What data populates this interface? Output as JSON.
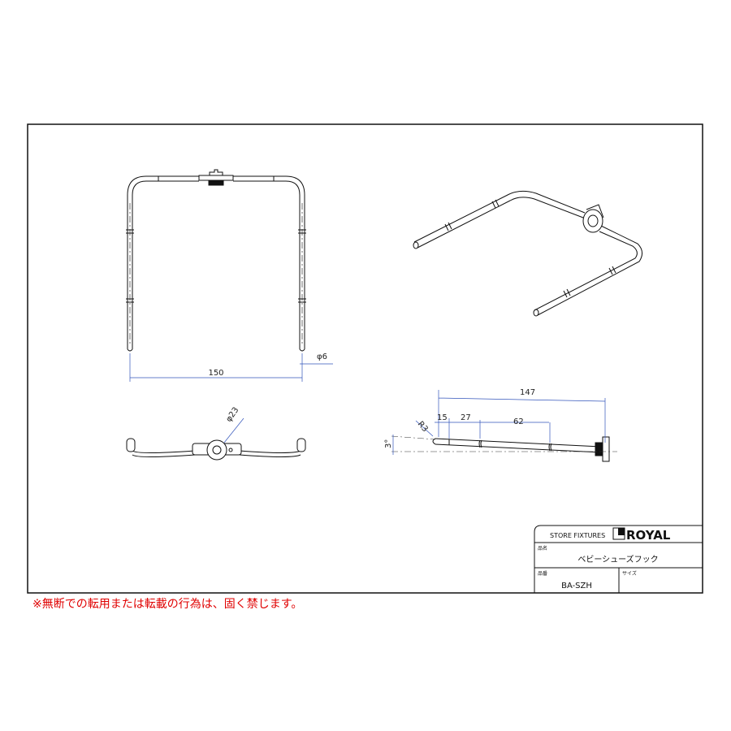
{
  "drawing": {
    "dimensions": {
      "width": "150",
      "tube_diameter": "φ6",
      "hub_diameter": "φ23",
      "length": "147",
      "seg1": "15",
      "seg2": "27",
      "seg3": "62",
      "radius": "R3",
      "angle": "3°"
    },
    "colors": {
      "outline": "#111111",
      "dimension": "#3355bb",
      "notice": "#e00000"
    }
  },
  "title_block": {
    "company_label": "STORE FIXTURES",
    "brand": "ROYAL",
    "name_label": "品名",
    "product_name": "ベビーシューズフック",
    "code_label": "品番",
    "product_code": "BA-SZH",
    "size_label": "サイズ",
    "size_value": ""
  },
  "notice": "※無断での転用または転載の行為は、固く禁じます。"
}
